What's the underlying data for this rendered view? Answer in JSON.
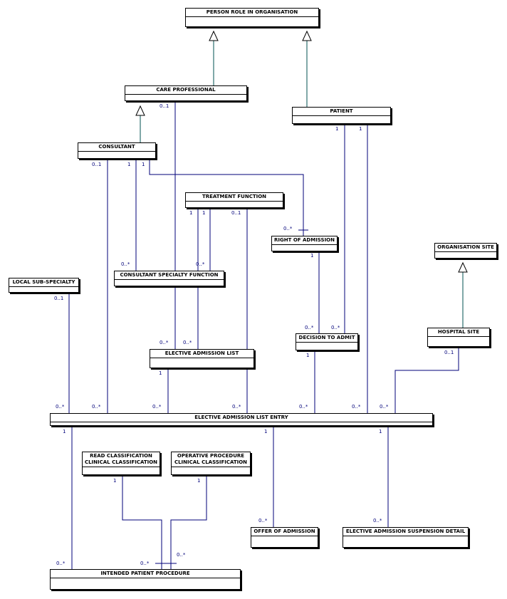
{
  "entities": {
    "person_role": "PERSON ROLE IN ORGANISATION",
    "care_professional": "CARE PROFESSIONAL",
    "patient": "PATIENT",
    "consultant": "CONSULTANT",
    "treatment_function": "TREATMENT FUNCTION",
    "right_of_admission": "RIGHT OF ADMISSION",
    "organisation_site": "ORGANISATION SITE",
    "local_sub_specialty": "LOCAL SUB-SPECIALTY",
    "consultant_specialty_function": "CONSULTANT SPECIALTY FUNCTION",
    "decision_to_admit": "DECISION TO ADMIT",
    "hospital_site": "HOSPITAL SITE",
    "elective_admission_list": "ELECTIVE ADMISSION LIST",
    "elective_admission_list_entry": "ELECTIVE ADMISSION LIST ENTRY",
    "read_classification_1": "READ CLASSIFICATION",
    "read_classification_2": "CLINICAL CLASSIFICATION",
    "operative_procedure_1": "OPERATIVE PROCEDURE",
    "operative_procedure_2": "CLINICAL CLASSIFICATION",
    "offer_of_admission": "OFFER OF ADMISSION",
    "suspension_detail": "ELECTIVE ADMISSION SUSPENSION DETAIL",
    "intended_patient_procedure": "INTENDED PATIENT PROCEDURE"
  },
  "multiplicities": {
    "care_prof_out": "0..1",
    "patient_out_1": "1",
    "patient_out_2": "1",
    "consultant_out_a": "0..1",
    "consultant_out_b": "1",
    "consultant_out_c": "1",
    "treatment_out_a": "1",
    "treatment_out_b": "1",
    "treatment_out_c": "0..1",
    "right_in": "0..*",
    "right_out": "1",
    "csf_in_a": "0..*",
    "csf_in_b": "0..*",
    "local_sub_out": "0..1",
    "eal_in_a": "0..*",
    "eal_in_b": "0..*",
    "eal_out": "1",
    "dta_in_a": "0..*",
    "dta_in_b": "0..*",
    "dta_out": "1",
    "hospital_out": "0..1",
    "entry_in_1": "0..*",
    "entry_in_2": "0..*",
    "entry_in_3": "0..*",
    "entry_in_4": "0..*",
    "entry_in_5": "0..*",
    "entry_in_6": "0..*",
    "entry_in_7": "0..*",
    "entry_out_1": "1",
    "entry_out_2": "1",
    "entry_out_3": "1",
    "read_out": "1",
    "opcs_out": "1",
    "offer_in": "0..*",
    "susp_in": "0..*",
    "ipp_in_a": "0..*",
    "ipp_in_b": "0..*",
    "ipp_in_c": "0..*"
  }
}
